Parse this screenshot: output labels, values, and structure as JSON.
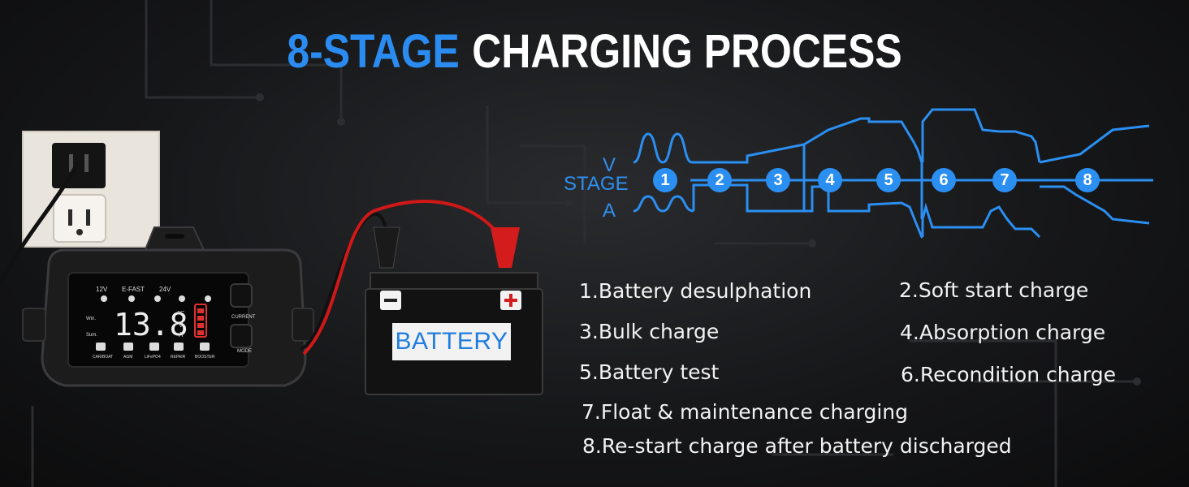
{
  "title": {
    "highlight": "8-STAGE",
    "rest": "CHARGING PROCESS"
  },
  "colors": {
    "accent": "#2a8cf0",
    "background": "#161719",
    "text": "#f2f2f2"
  },
  "diagram": {
    "label_v": "V",
    "label_stage": "STAGE",
    "label_a": "A",
    "stages": [
      "1",
      "2",
      "3",
      "4",
      "5",
      "6",
      "7",
      "8"
    ]
  },
  "legend": [
    "1.Battery desulphation",
    "2.Soft start charge",
    "3.Bulk charge",
    "4.Absorption charge",
    "5.Battery test",
    "6.Recondition charge",
    "7.Float & maintenance charging",
    "8.Re-start charge after battery discharged"
  ],
  "charger": {
    "voltage_12": "12V",
    "brand": "E-FAST",
    "voltage_24": "24V",
    "display_value": "13.8",
    "win_label": "Win.",
    "sum_label": "Sum.",
    "unit_c": "℃",
    "unit_v": "V",
    "unit_a": "A",
    "current_button": "CURRENT",
    "mode_button": "MODE",
    "modes": [
      "CAR/BOAT",
      "AGM",
      "LiFePO4",
      "REPAIR",
      "BOOSTER"
    ]
  },
  "battery": {
    "label": "BATTERY",
    "negative": "−",
    "positive": "+"
  }
}
